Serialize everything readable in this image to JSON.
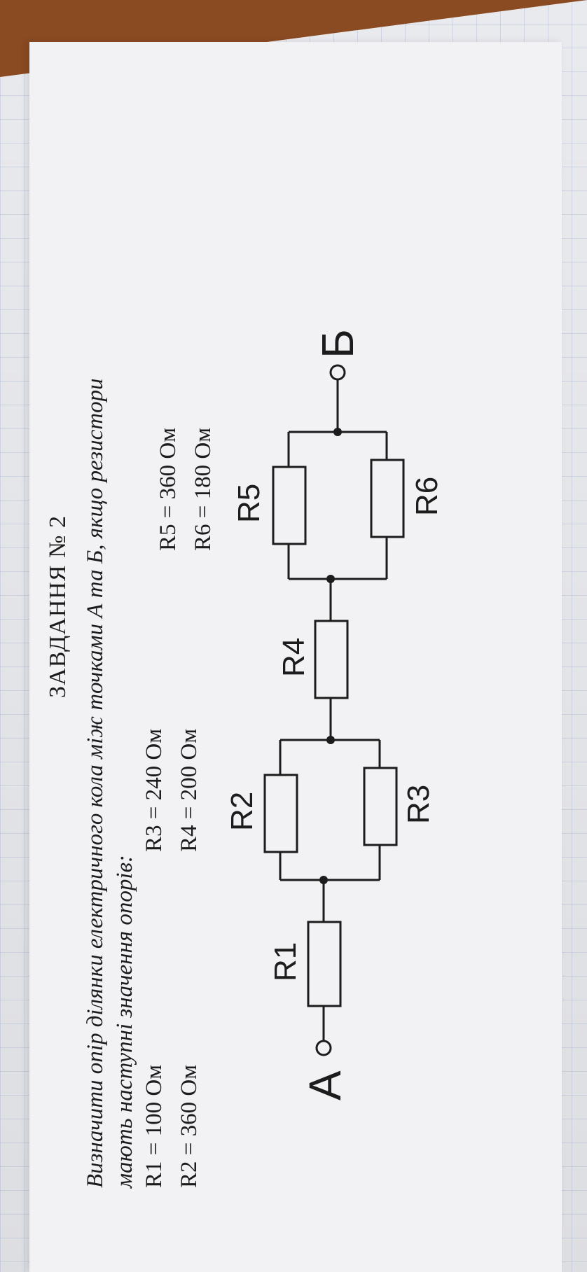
{
  "task": {
    "title": "ЗАВДАННЯ  № 2",
    "text_line1": "Визначити опір ділянки електричного кола між точками А та Б, якщо резистори",
    "text_line2": "мають наступні значення опорів:"
  },
  "values": [
    {
      "id": "R1",
      "text": "R1 = 100 Ом"
    },
    {
      "id": "R2",
      "text": "R2 = 360 Ом"
    },
    {
      "id": "R3",
      "text": "R3 = 240 Ом"
    },
    {
      "id": "R4",
      "text": "R4 = 200 Ом"
    },
    {
      "id": "R5",
      "text": "R5 = 360 Ом"
    },
    {
      "id": "R6",
      "text": "R6 = 180 Ом"
    }
  ],
  "circuit": {
    "point_a": "А",
    "point_b": "Б",
    "resistors": {
      "r1": "R1",
      "r2": "R2",
      "r3": "R3",
      "r4": "R4",
      "r5": "R5",
      "r6": "R6"
    }
  }
}
